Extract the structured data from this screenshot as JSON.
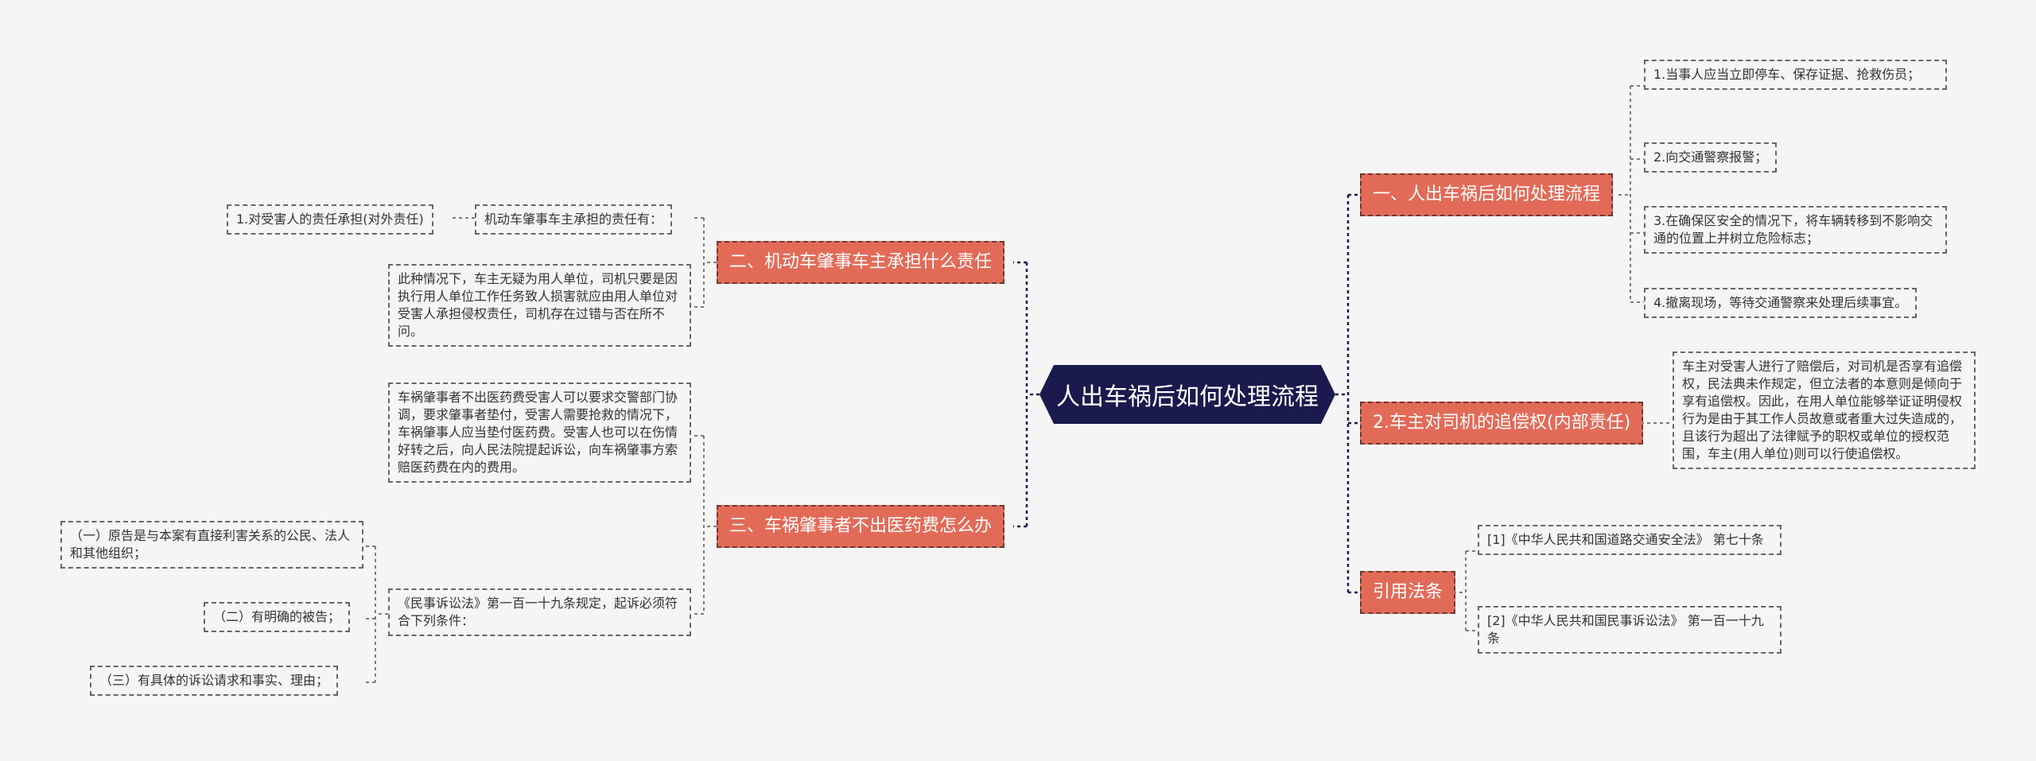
{
  "root": {
    "title": "人出车祸后如何处理流程"
  },
  "right": {
    "branch1": {
      "label": "一、人出车祸后如何处理流程",
      "items": [
        "1.当事人应当立即停车、保存证据、抢救伤员；",
        "2.向交通警察报警；",
        "3.在确保区安全的情况下，将车辆转移到不影响交通的位置上并树立危险标志；",
        "4.撤离现场，等待交通警察来处理后续事宜。"
      ]
    },
    "branch2": {
      "label": "2.车主对司机的追偿权(内部责任)",
      "detail": "车主对受害人进行了赔偿后，对司机是否享有追偿权，民法典未作规定，但立法者的本意则是倾向于享有追偿权。因此，在用人单位能够举证证明侵权行为是由于其工作人员故意或者重大过失造成的，且该行为超出了法律赋予的职权或单位的授权范围，车主(用人单位)则可以行使追偿权。"
    },
    "branch3": {
      "label": "引用法条",
      "items": [
        "[1]《中华人民共和国道路交通安全法》 第七十条",
        "[2]《中华人民共和国民事诉讼法》 第一百一十九条"
      ]
    }
  },
  "left": {
    "branch1": {
      "label": "二、机动车肇事车主承担什么责任",
      "sub": "机动车肇事车主承担的责任有：",
      "sub_child": "1.对受害人的责任承担(对外责任)",
      "detail": "此种情况下，车主无疑为用人单位，司机只要是因执行用人单位工作任务致人损害就应由用人单位对受害人承担侵权责任，司机存在过错与否在所不问。"
    },
    "branch2": {
      "label": "三、车祸肇事者不出医药费怎么办",
      "detail": "车祸肇事者不出医药费受害人可以要求交警部门协调，要求肇事者垫付，受害人需要抢救的情况下，车祸肇事人应当垫付医药费。受害人也可以在伤情好转之后，向人民法院提起诉讼，向车祸肇事方索赔医药费在内的费用。",
      "sub": "《民事诉讼法》第一百一十九条规定，起诉必须符合下列条件：",
      "conditions": [
        "（一）原告是与本案有直接利害关系的公民、法人和其他组织；",
        "（二）有明确的被告；",
        "（三）有具体的诉讼请求和事实、理由；"
      ]
    }
  },
  "colors": {
    "root": "#1a1a4e",
    "branch": "#e26b58",
    "line": "#1a1a4e",
    "background": "#f5f5f5"
  }
}
